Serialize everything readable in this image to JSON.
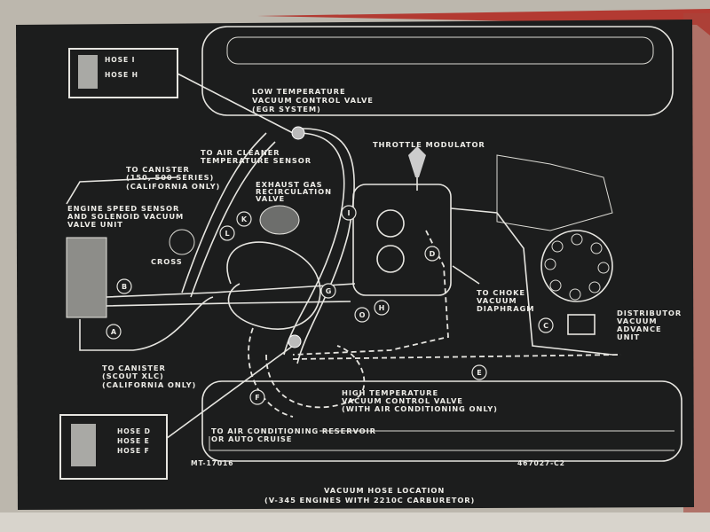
{
  "hose_box_top": {
    "hoses": [
      "HOSE I",
      "HOSE H"
    ]
  },
  "hose_box_bottom": {
    "hoses": [
      "HOSE D",
      "HOSE E",
      "HOSE F"
    ]
  },
  "labels": {
    "low_temp_valve": [
      "LOW TEMPERATURE",
      "VACUUM CONTROL VALVE",
      "(EGR SYSTEM)"
    ],
    "throttle_modulator": [
      "THROTTLE MODULATOR"
    ],
    "air_cleaner": [
      "TO AIR CLEANER",
      "TEMPERATURE SENSOR"
    ],
    "canister_150": [
      "TO CANISTER",
      "(150, 500 SERIES)",
      "(CALIFORNIA ONLY)"
    ],
    "egr_valve": [
      "EXHAUST GAS",
      "RECIRCULATION",
      "VALVE"
    ],
    "engine_speed_sensor": [
      "ENGINE SPEED SENSOR",
      "AND SOLENOID VACUUM",
      "VALVE UNIT"
    ],
    "cross": [
      "CROSS"
    ],
    "choke": [
      "TO CHOKE",
      "VACUUM",
      "DIAPHRAGM"
    ],
    "distributor": [
      "DISTRIBUTOR",
      "VACUUM",
      "ADVANCE",
      "UNIT"
    ],
    "canister_scout": [
      "TO CANISTER",
      "(SCOUT XLC)",
      "(CALIFORNIA ONLY)"
    ],
    "high_temp_valve": [
      "HIGH TEMPERATURE",
      "VACUUM CONTROL VALVE",
      "(WITH AIR CONDITIONING ONLY)"
    ],
    "ac_reservoir": [
      "TO AIR CONDITIONING RESERVOIR",
      "OR AUTO CRUISE"
    ]
  },
  "part_numbers": {
    "left": "MT-17016",
    "right": "467027-C2"
  },
  "caption": [
    "VACUUM HOSE LOCATION",
    "(V-345 ENGINES WITH 2210C CARBURETOR)"
  ],
  "hose_letters": {
    "I": "I",
    "K": "K",
    "L": "L",
    "B": "B",
    "A": "A",
    "G": "G",
    "O": "O",
    "H": "H",
    "D": "D",
    "C": "C",
    "E": "E",
    "F": "F"
  }
}
